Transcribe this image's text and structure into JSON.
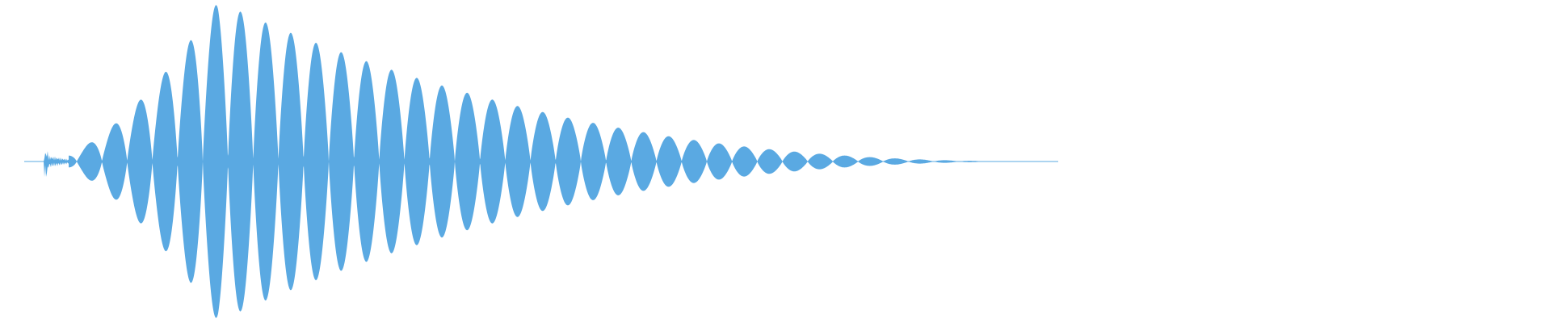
{
  "waveform": {
    "color": "#5aa9e2",
    "background": "#ffffff",
    "description_free": true,
    "lobe_count": 40,
    "peak_amplitude": 1.0,
    "decay_profile": "attack-then-decay"
  }
}
